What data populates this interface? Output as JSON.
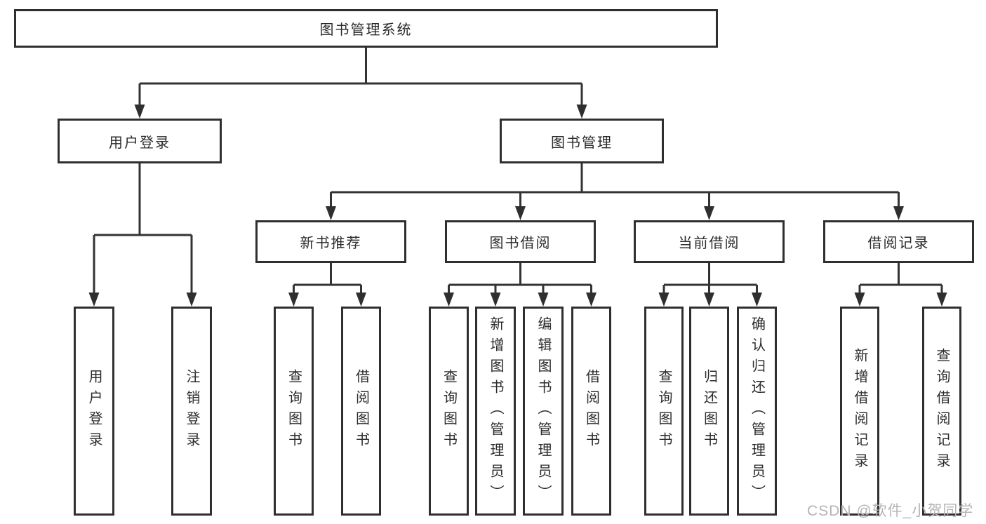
{
  "diagram": {
    "type": "hierarchy-tree",
    "nodes": {
      "root": {
        "label": "图书管理系统"
      },
      "user_login": {
        "label": "用户登录"
      },
      "book_mgmt": {
        "label": "图书管理"
      },
      "new_book_rec": {
        "label": "新书推荐"
      },
      "book_borrow": {
        "label": "图书借阅"
      },
      "current_borrow": {
        "label": "当前借阅"
      },
      "borrow_record": {
        "label": "借阅记录"
      },
      "leaf_user_login": {
        "label": "用户登录"
      },
      "leaf_logout": {
        "label": "注销登录"
      },
      "leaf_rec_query_books": {
        "label": "查询图书"
      },
      "leaf_rec_borrow_books": {
        "label": "借阅图书"
      },
      "leaf_bb_query_books": {
        "label": "查询图书"
      },
      "leaf_bb_add_books": {
        "label": "新增图书（管理员）"
      },
      "leaf_bb_edit_books": {
        "label": "编辑图书（管理员）"
      },
      "leaf_bb_borrow_books": {
        "label": "借阅图书"
      },
      "leaf_cb_query_books": {
        "label": "查询图书"
      },
      "leaf_cb_return_books": {
        "label": "归还图书"
      },
      "leaf_cb_confirm_return": {
        "label": "确认归还（管理员）"
      },
      "leaf_br_add_record": {
        "label": "新增借阅记录"
      },
      "leaf_br_query_record": {
        "label": "查询借阅记录"
      }
    },
    "edges": [
      {
        "from": "root",
        "to": [
          "user_login",
          "book_mgmt"
        ]
      },
      {
        "from": "user_login",
        "to": [
          "leaf_user_login",
          "leaf_logout"
        ]
      },
      {
        "from": "book_mgmt",
        "to": [
          "new_book_rec",
          "book_borrow",
          "current_borrow",
          "borrow_record"
        ]
      },
      {
        "from": "new_book_rec",
        "to": [
          "leaf_rec_query_books",
          "leaf_rec_borrow_books"
        ]
      },
      {
        "from": "book_borrow",
        "to": [
          "leaf_bb_query_books",
          "leaf_bb_add_books",
          "leaf_bb_edit_books",
          "leaf_bb_borrow_books"
        ]
      },
      {
        "from": "current_borrow",
        "to": [
          "leaf_cb_query_books",
          "leaf_cb_return_books",
          "leaf_cb_confirm_return"
        ]
      },
      {
        "from": "borrow_record",
        "to": [
          "leaf_br_add_record",
          "leaf_br_query_record"
        ]
      }
    ]
  },
  "watermark": "CSDN @软件_小贺同学",
  "colors": {
    "line": "#333333",
    "arrow": "#2f2f2f",
    "box_border": "#2f2f2f",
    "box_fill": "#ffffff",
    "text": "#2b2b2b",
    "watermark": "#b5b5b5"
  }
}
